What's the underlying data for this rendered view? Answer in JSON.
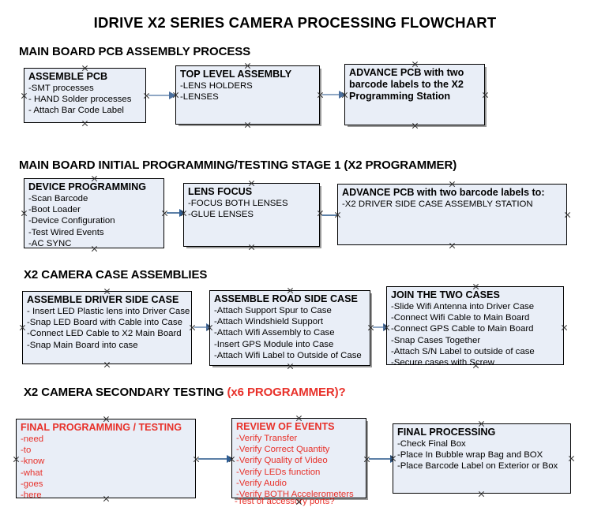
{
  "document": {
    "title": "IDRIVE X2  SERIES CAMERA PROCESSING FLOWCHART"
  },
  "colors": {
    "box_fill": "#e9eef7",
    "box_border": "#000000",
    "red_accent": "#e8312a",
    "arrow": "#8fa7c4",
    "arrow_head": "#2e5d93",
    "text": "#000000"
  },
  "sections": [
    {
      "id": "main-board-pcb-assembly",
      "heading": "MAIN BOARD PCB ASSEMBLY PROCESS",
      "heading_accent": "",
      "nodes": [
        {
          "id": "assemble-pcb",
          "title": "ASSEMBLE PCB",
          "lines": [
            "-SMT processes",
            "- HAND Solder processes",
            "- Attach Bar Code Label"
          ]
        },
        {
          "id": "top-level-assembly",
          "title": "TOP LEVEL ASSEMBLY",
          "lines": [
            "-LENS HOLDERS",
            "-LENSES"
          ]
        },
        {
          "id": "advance-pcb-to-x2-programming-station",
          "title": "ADVANCE PCB with two barcode labels to the  X2 Programming Station",
          "lines": []
        }
      ]
    },
    {
      "id": "main-board-initial-programming",
      "heading": "MAIN BOARD INITIAL PROGRAMMING/TESTING STAGE 1 (X2 PROGRAMMER)",
      "heading_accent": "",
      "nodes": [
        {
          "id": "device-programming",
          "title": "DEVICE PROGRAMMING",
          "lines": [
            "-Scan Barcode",
            "-Boot Loader",
            "-Device Configuration",
            "-Test Wired Events",
            "-AC SYNC"
          ]
        },
        {
          "id": "lens-focus",
          "title": "LENS FOCUS",
          "lines": [
            "-FOCUS BOTH LENSES",
            "-GLUE LENSES"
          ]
        },
        {
          "id": "advance-pcb-to-driver-side-case-assembly",
          "title": "ADVANCE PCB with two barcode labels to:",
          "lines": [
            "-X2 DRIVER  SIDE  CASE  ASSEMBLY STATION"
          ]
        }
      ]
    },
    {
      "id": "x2-camera-case-assemblies",
      "heading": "X2 CAMERA CASE ASSEMBLIES",
      "heading_accent": "",
      "nodes": [
        {
          "id": "assemble-driver-side-case",
          "title": "ASSEMBLE DRIVER SIDE CASE",
          "lines": [
            "- Insert LED Plastic lens into Driver Case",
            "-Snap LED Board with Cable into Case",
            "-Connect LED Cable to X2 Main Board",
            "-Snap Main Board into case"
          ]
        },
        {
          "id": "assemble-road-side-case",
          "title": "ASSEMBLE ROAD SIDE CASE",
          "lines": [
            "-Attach Support Spur to Case",
            "-Attach Windshield Support",
            "-Attach Wifi Assembly to Case",
            "-Insert GPS Module into Case",
            "-Attach Wifi Label to Outside of Case"
          ]
        },
        {
          "id": "join-the-two-cases",
          "title": "JOIN THE TWO CASES",
          "lines": [
            "-Slide Wifi Antenna into Driver Case",
            "-Connect Wifi Cable to Main Board",
            "-Connect GPS Cable to Main Board",
            "-Snap Cases Together",
            "-Attach S/N Label to outside of case",
            "-Secure cases with Screw"
          ]
        }
      ]
    },
    {
      "id": "x2-camera-secondary-testing",
      "heading": "X2 CAMERA SECONDARY TESTING ",
      "heading_accent": "(x6 PROGRAMMER)?",
      "nodes": [
        {
          "id": "final-programming-testing",
          "title": "FINAL PROGRAMMING / TESTING",
          "lines": [
            "-need",
            "-to",
            "-know",
            "-what",
            "-goes",
            "-here"
          ]
        },
        {
          "id": "review-of-events",
          "title": "REVIEW OF EVENTS",
          "lines": [
            "-Verify Transfer",
            "-Verify Correct Quantity",
            "-Verify Quality of Video",
            "-Verify LEDs function",
            "-Verify Audio",
            "-Verify BOTH Accelerometers"
          ],
          "overflow_line": "-Test of accessory ports?"
        },
        {
          "id": "final-processing",
          "title": "FINAL PROCESSING",
          "lines": [
            " -Check Final Box",
            "-Place In Bubble wrap Bag and BOX",
            "-Place Barcode Label on Exterior or Box"
          ]
        }
      ]
    }
  ]
}
